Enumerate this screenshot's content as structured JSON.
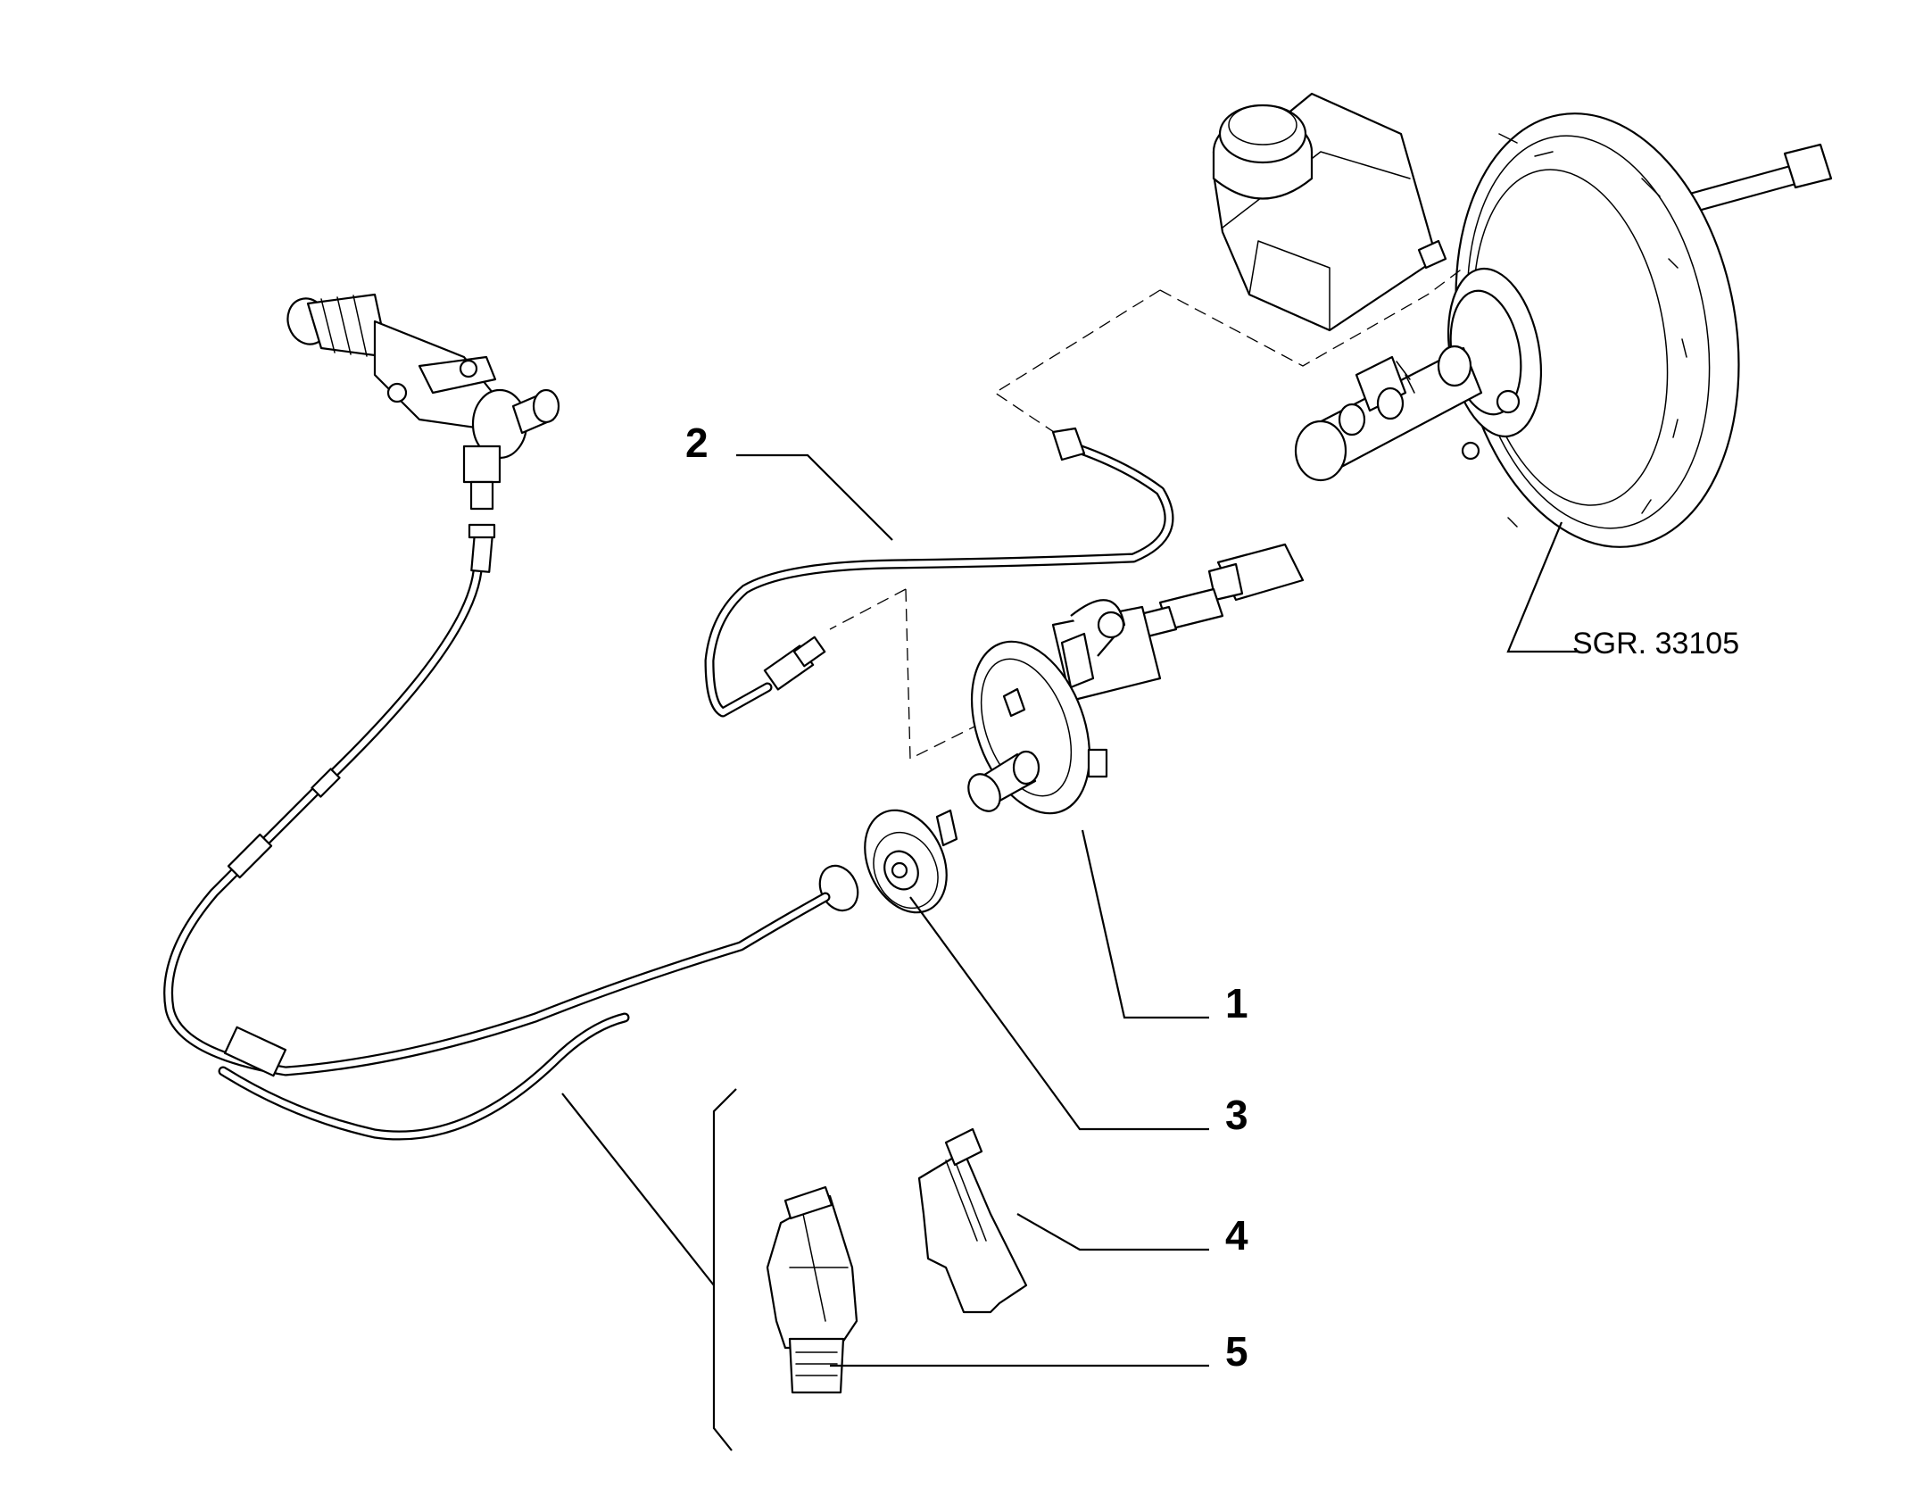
{
  "diagram": {
    "reference": "SGR. 33105",
    "callouts": [
      {
        "id": "callout-1",
        "label": "1"
      },
      {
        "id": "callout-2",
        "label": "2"
      },
      {
        "id": "callout-3",
        "label": "3"
      },
      {
        "id": "callout-4",
        "label": "4"
      },
      {
        "id": "callout-5",
        "label": "5"
      }
    ]
  }
}
